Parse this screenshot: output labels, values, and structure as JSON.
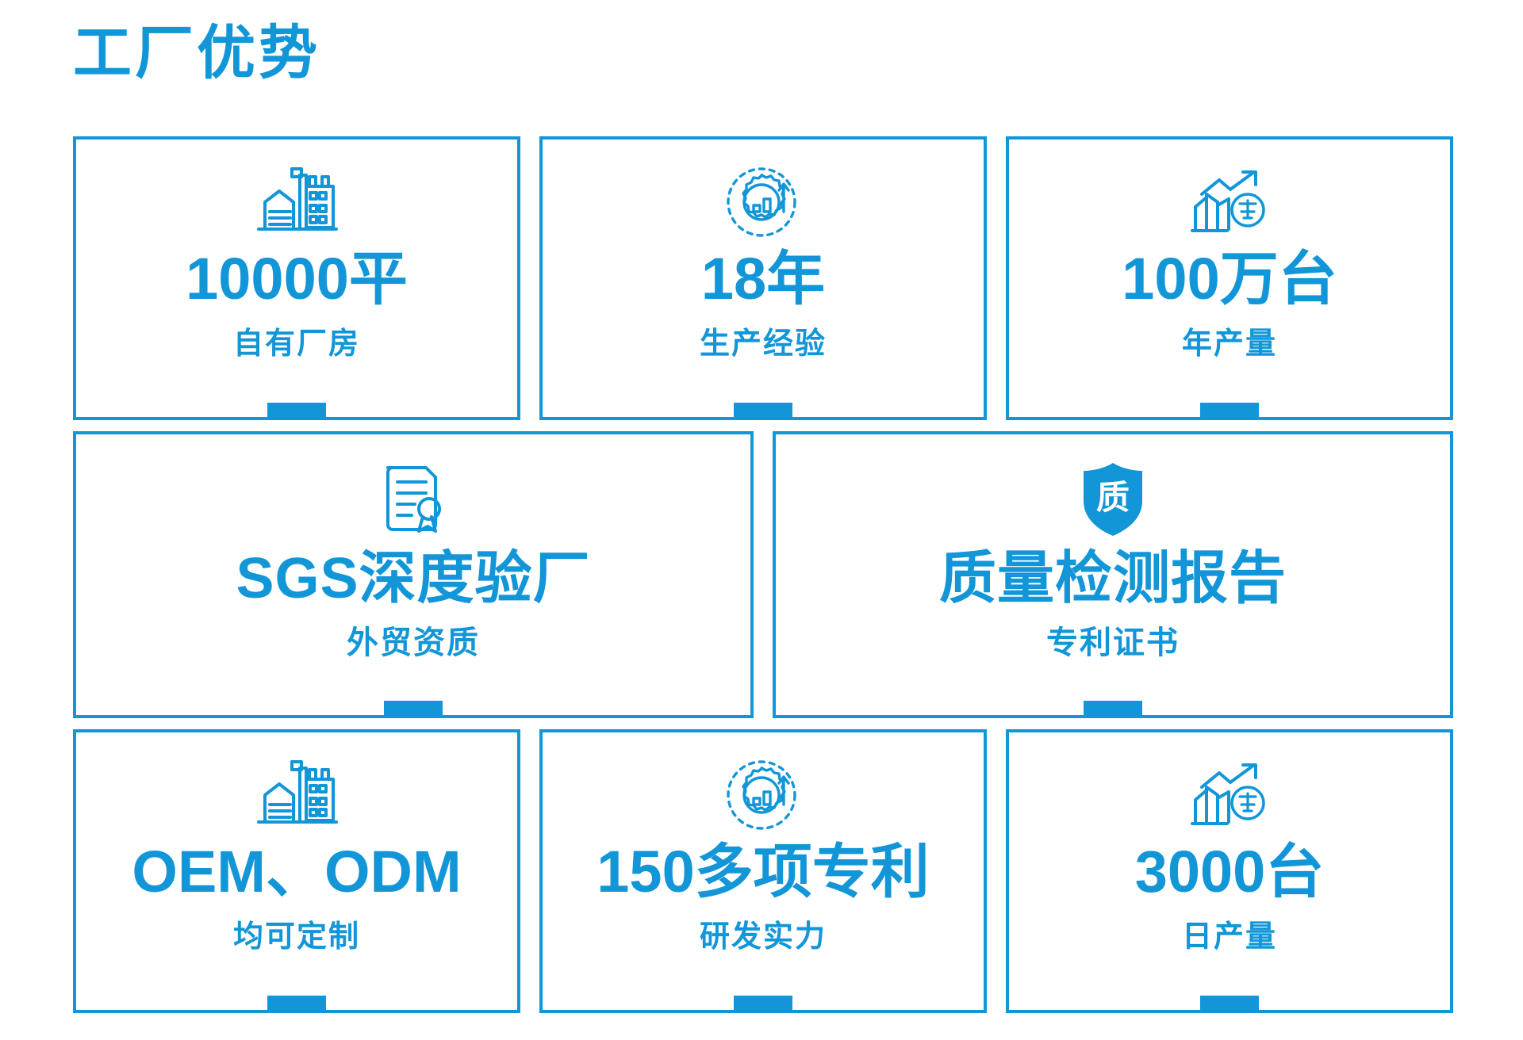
{
  "page": {
    "title": "工厂优势",
    "accent_color": "#1296d8",
    "background_color": "#ffffff"
  },
  "rows": [
    {
      "name": "row-top",
      "cards": [
        {
          "icon": "factory-icon",
          "value": "10000平",
          "label": "自有厂房"
        },
        {
          "icon": "gear-chart-icon",
          "value": "18年",
          "label": "生产经验"
        },
        {
          "icon": "growth-year-icon",
          "value": "100万台",
          "label": "年产量"
        }
      ]
    },
    {
      "name": "row-mid",
      "cards": [
        {
          "icon": "certificate-icon",
          "value": "SGS深度验厂",
          "label": "外贸资质"
        },
        {
          "icon": "quality-shield-icon",
          "value": "质量检测报告",
          "label": "专利证书"
        }
      ]
    },
    {
      "name": "row-bottom",
      "cards": [
        {
          "icon": "factory-icon",
          "value": "OEM、ODM",
          "label": "均可定制"
        },
        {
          "icon": "gear-chart-icon",
          "value": "150多项专利",
          "label": "研发实力"
        },
        {
          "icon": "growth-year-icon",
          "value": "3000台",
          "label": "日产量"
        }
      ]
    }
  ],
  "icons": {
    "factory-icon": "factory building outline",
    "gear-chart-icon": "gear with bar chart and up arrow",
    "growth-year-icon": "rising chart with arrow and year badge",
    "certificate-icon": "document with award ribbon",
    "quality-shield-icon": "filled shield with 质 character"
  },
  "shield_glyph": "质"
}
